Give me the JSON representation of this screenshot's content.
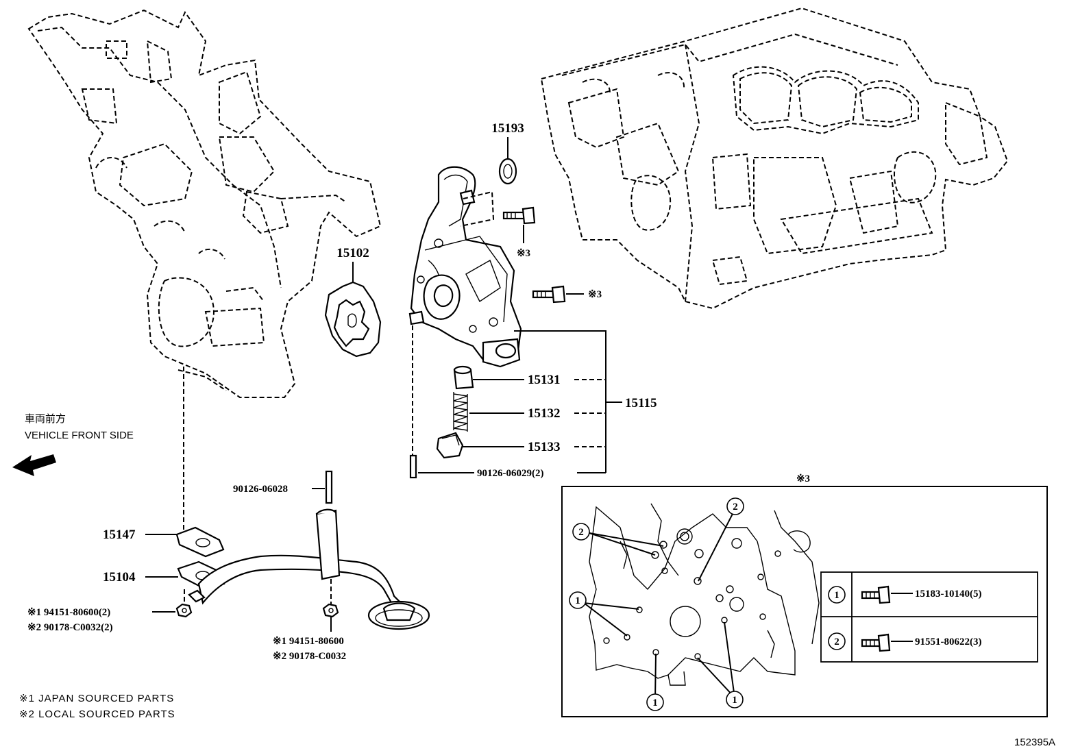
{
  "labels": {
    "p15193": "15193",
    "p15102": "15102",
    "p15131": "15131",
    "p15132": "15132",
    "p15133": "15133",
    "p15115": "15115",
    "p15147": "15147",
    "p15104": "15104",
    "p90126_06029": "90126-06029(2)",
    "p90126_06028": "90126-06028",
    "ref3_a": "※3",
    "ref3_b": "※3",
    "ref3_box": "※3",
    "left_nut_1": "※1 94151-80600(2)",
    "left_nut_2": "※2 90178-C0032(2)",
    "center_nut_1": "※1 94151-80600",
    "center_nut_2": "※2 90178-C0032",
    "front_jp": "車両前方",
    "front_en": "VEHICLE FRONT SIDE",
    "legend_1": "※1 JAPAN SOURCED PARTS",
    "legend_2": "※2 LOCAL SOURCED PARTS",
    "figure_id": "152395A",
    "bolt_1_num": "1",
    "bolt_1_part": "15183-10140(5)",
    "bolt_2_num": "2",
    "bolt_2_part": "91551-80622(3)",
    "c1": "1",
    "c2": "2"
  }
}
